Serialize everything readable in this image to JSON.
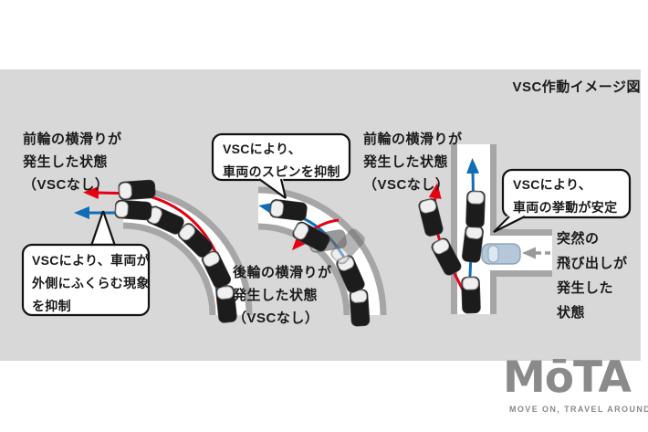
{
  "title": "VSC作動イメージ図",
  "panels": [
    {
      "name": "understeer-curve",
      "condition_label": [
        "前輪の横滑りが",
        "発生した状態",
        "（VSCなし）"
      ],
      "callout": [
        "VSCにより、車両が",
        "外側にふくらむ現象",
        "を抑制"
      ]
    },
    {
      "name": "oversteer-spin-curve",
      "callout": [
        "VSCにより、",
        "車両のスピンを抑制"
      ],
      "condition_label": [
        "後輪の横滑りが",
        "発生した状態",
        "（VSCなし）"
      ]
    },
    {
      "name": "sudden-obstacle-straight",
      "condition_label": [
        "前輪の横滑りが",
        "発生した状態",
        "（VSCなし）"
      ],
      "callout": [
        "VSCにより、",
        "車両の挙動が安定"
      ],
      "side_label": [
        "突然の",
        "飛び出しが",
        "発生した",
        "状態"
      ]
    }
  ],
  "logo": {
    "brand": "MōTA",
    "tagline": "MOVE ON, TRAVEL AROUND"
  },
  "colors": {
    "background": "#d8d8d8",
    "road_border": "#a6a6a6",
    "road": "#ffffff",
    "vsc_path": "#0f6cb8",
    "no_vsc_path": "#e60012",
    "car_body": "#1c1c1c",
    "ghost_car": "#6e6e6e",
    "hazard_car": "#b5c8d9",
    "logo": "#8a8a8a"
  }
}
